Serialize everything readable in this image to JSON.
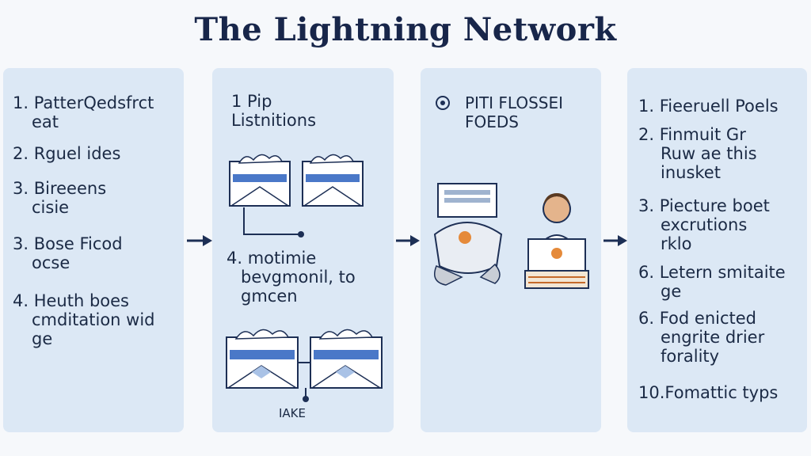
{
  "title": "The Lightning Network",
  "panel1": {
    "items": [
      {
        "line1": "1. PatterQedsfrct",
        "line2": "eat"
      },
      {
        "line1": "2. Rguel ides",
        "line2": ""
      },
      {
        "line1": "3. Bireeens",
        "line2": "cisie"
      },
      {
        "line1": "3. Bose Ficod",
        "line2": "ocse"
      },
      {
        "line1": "4. Heuth boes",
        "line2": "cmditation wid",
        "line3": "ge"
      }
    ]
  },
  "panel2": {
    "heading": {
      "line1": "1 Pip",
      "line2": "Listnitions"
    },
    "middle": {
      "line1": "4. motimie",
      "line2": "bevgmonil, to",
      "line3": "gmcen"
    },
    "caption": "IAKE"
  },
  "panel3": {
    "heading": {
      "line1": "PITI FLOSSEI",
      "line2": "FOEDS"
    }
  },
  "panel4": {
    "items": [
      {
        "line1": "1. Fieeruell Poels"
      },
      {
        "line1": "2. Finmuit Gr",
        "line2": "Ruw ae this",
        "line3": "inusket"
      },
      {
        "line1": "3. Piecture boet",
        "line2": "excrutions",
        "line3": "rklo"
      },
      {
        "line1": "6. Letern smitaite",
        "line2": "ge"
      },
      {
        "line1": "6. Fod enicted",
        "line2": "engrite drier",
        "line3": "forality"
      },
      {
        "line1": "10.Fomattic typs"
      }
    ]
  },
  "colors": {
    "panel": "#dce8f5",
    "text": "#1b2a45",
    "accent": "#4a78c8",
    "arrow": "#1d2f55"
  }
}
